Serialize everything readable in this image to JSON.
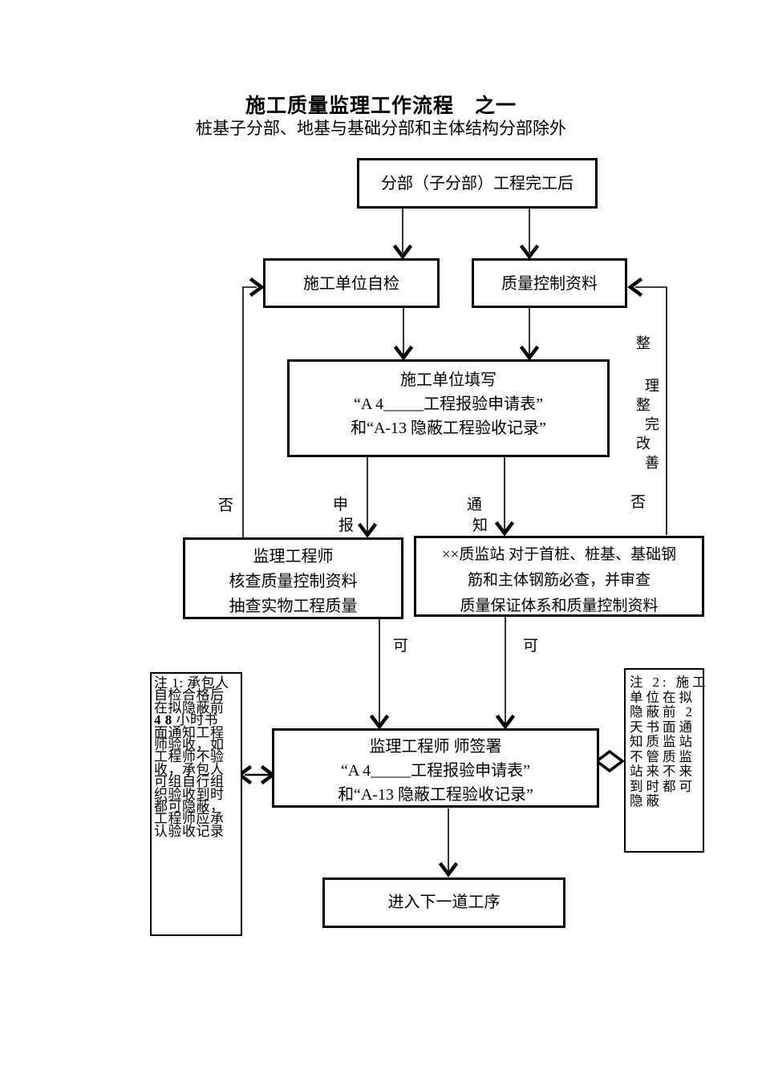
{
  "page": {
    "title": "施工质量监理工作流程　之一",
    "subtitle": "桩基子分部、地基与基础分部和主体结构分部除外"
  },
  "boxes": {
    "completed": "分部（子分部）工程完工后",
    "self_check": "施工单位自检",
    "qc_data": "质量控制资料",
    "fill": {
      "line1": "施工单位填写",
      "line2": "“A 4_____工程报验申请表”",
      "line3": "和“A-13 隐蔽工程验收记录”"
    },
    "supervisor": {
      "line1": "监理工程师",
      "line2": "核查质量控制资料",
      "line3": "抽查实物工程质量"
    },
    "station": {
      "line1": "××质监站 对于首桩、桩基、基础钢",
      "line2": "筋和主体钢筋必查，并审查",
      "line3": "质量保证体系和质量控制资料"
    },
    "sign": {
      "line1": "监理工程师 师签署",
      "line2": "“A 4_____工程报验申请表”",
      "line3": "和“A-13 隐蔽工程验收记录”"
    },
    "next": "进入下一道工序"
  },
  "labels": {
    "no_left": "否",
    "no_right": "否",
    "apply": [
      "申",
      "报"
    ],
    "notify": [
      "通",
      "知"
    ],
    "ok_left": "可",
    "ok_right": "可",
    "right_loop": [
      "整",
      "理",
      "整",
      "完",
      "改",
      "善"
    ]
  },
  "notes": {
    "note1": {
      "l1": "注 1: 承包人",
      "l2": "自检合格后",
      "l3": "在拟隐蔽前",
      "l4_bold": "4 8",
      "l4_rest": " 小时书",
      "l5": "面通知工程",
      "l6": "师验收，如",
      "l7": "工程师不验",
      "l8": "收，承包人",
      "l9": "可组自行组",
      "l10": "织验收到时",
      "l11": "都可隐蔽，",
      "l12": "工程师应承",
      "l13": "认验收记录"
    },
    "note2": {
      "l1": "注 2: 施工",
      "l2": "单位在拟",
      "l3": "隐蔽前 2",
      "l4": "天书面通",
      "l5": "知质监站",
      "l6": "不管质监",
      "l7": "站来不来",
      "l8": "到时都可",
      "l9": "隐蔽"
    }
  },
  "colors": {
    "line": "#000000",
    "background": "#ffffff"
  }
}
